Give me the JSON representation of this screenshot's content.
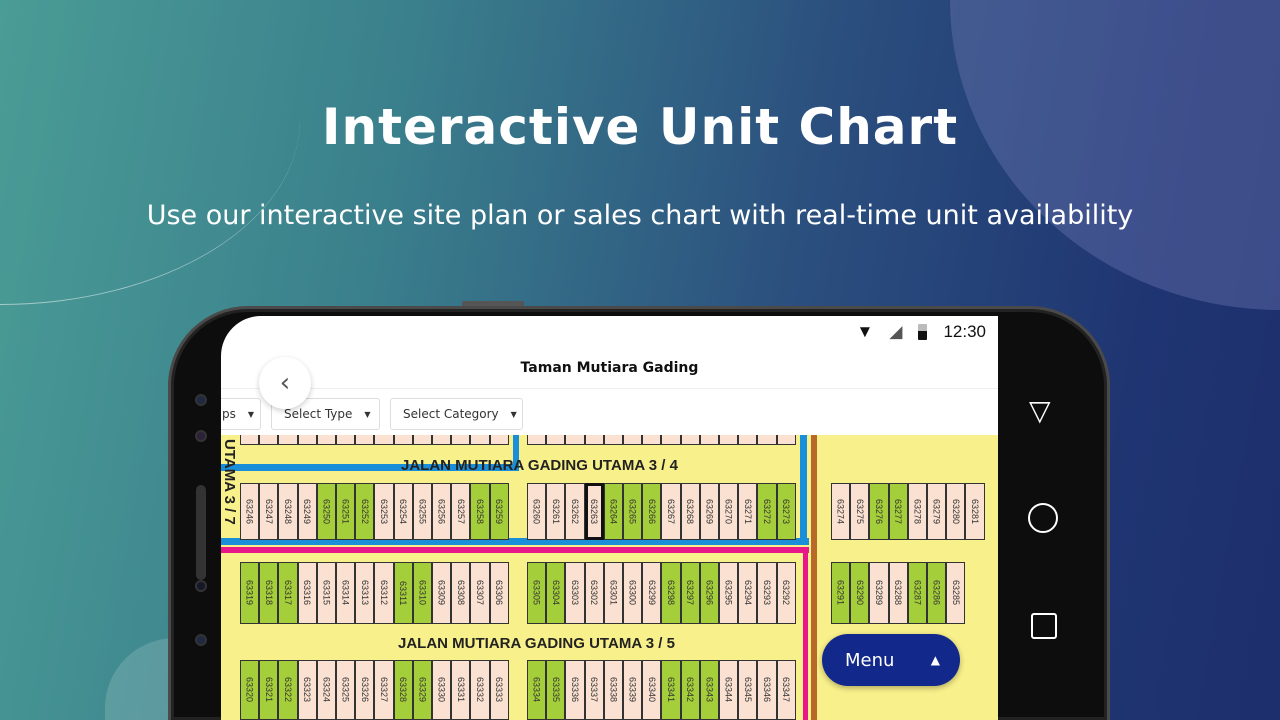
{
  "hero": {
    "title": "Interactive Unit Chart",
    "subtitle": "Use our interactive site plan or sales chart with real-time unit availability"
  },
  "status_bar": {
    "time": "12:30",
    "icons": [
      "wifi-icon",
      "signal-icon",
      "battery-icon"
    ]
  },
  "app": {
    "title": "Taman Mutiara Gading",
    "filters": [
      "ps",
      "Select Type",
      "Select Category"
    ],
    "menu_label": "Menu"
  },
  "colors": {
    "available": "#a5cf3a",
    "sold": "#fbe1d2",
    "road": "#f8f08a",
    "blue": "#1a8ed8",
    "pink": "#e8178a",
    "brown": "#b8692a"
  },
  "map": {
    "road_labels": [
      "JALAN MUTIARA GADING UTAMA 3 / 4",
      "JALAN MUTIARA GADING UTAMA 3 / 5",
      "UTAMA 3 / 7"
    ],
    "selected": "63263",
    "rows": [
      {
        "blocks": [
          {
            "units": [
              "63246",
              "63247",
              "63248",
              "63249",
              "63250",
              "63251",
              "63252",
              "63253",
              "63254",
              "63255",
              "63256",
              "63257",
              "63258",
              "63259"
            ],
            "available": [
              "63250",
              "63251",
              "63252",
              "63258",
              "63259"
            ]
          },
          {
            "units": [
              "63260",
              "63261",
              "63262",
              "63263",
              "63264",
              "63265",
              "63266",
              "63267",
              "63268",
              "63269",
              "63270",
              "63271",
              "63272",
              "63273"
            ],
            "available": [
              "63264",
              "63265",
              "63266",
              "63272",
              "63273"
            ]
          },
          {
            "units": [
              "63274",
              "63275",
              "63276",
              "63277",
              "63278",
              "63279",
              "63280",
              "63281"
            ],
            "available": [
              "63276",
              "63277"
            ]
          }
        ]
      },
      {
        "blocks": [
          {
            "units": [
              "63319",
              "63318",
              "63317",
              "63316",
              "63315",
              "63314",
              "63313",
              "63312",
              "63311",
              "63310",
              "63309",
              "63308",
              "63307",
              "63306"
            ],
            "available": [
              "63319",
              "63318",
              "63317",
              "63311",
              "63310"
            ]
          },
          {
            "units": [
              "63305",
              "63304",
              "63303",
              "63302",
              "63301",
              "63300",
              "63299",
              "63298",
              "63297",
              "63296",
              "63295",
              "63294",
              "63293",
              "63292"
            ],
            "available": [
              "63305",
              "63304",
              "63298",
              "63297",
              "63296"
            ]
          },
          {
            "units": [
              "63291",
              "63290",
              "63289",
              "63288",
              "63287",
              "63286",
              "63285"
            ],
            "available": [
              "63291",
              "63290",
              "63287",
              "63286"
            ]
          }
        ]
      },
      {
        "blocks": [
          {
            "units": [
              "63320",
              "63321",
              "63322",
              "63323",
              "63324",
              "63325",
              "63326",
              "63327",
              "63328",
              "63329",
              "63330",
              "63331",
              "63332",
              "63333"
            ],
            "available": [
              "63320",
              "63321",
              "63322",
              "63328",
              "63329"
            ]
          },
          {
            "units": [
              "63334",
              "63335",
              "63336",
              "63337",
              "63338",
              "63339",
              "63340",
              "63341",
              "63342",
              "63343",
              "63344",
              "63345",
              "63346",
              "63347"
            ],
            "available": [
              "63334",
              "63335",
              "63341",
              "63342",
              "63343"
            ]
          }
        ]
      }
    ]
  }
}
